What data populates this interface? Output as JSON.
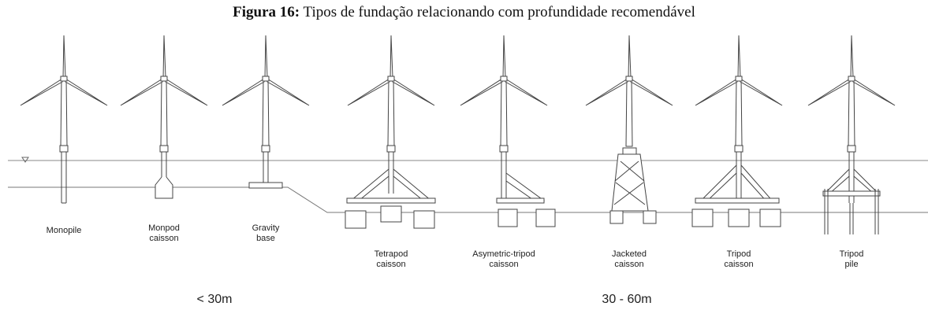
{
  "figure": {
    "title_bold": "Figura 16:",
    "title_rest": " Tipos de fundação relacionando com profundidade recomendável"
  },
  "foundations": [
    {
      "id": "monopile",
      "label_lines": [
        "Monopile"
      ]
    },
    {
      "id": "monopod-caisson",
      "label_lines": [
        "Monpod",
        "caisson"
      ]
    },
    {
      "id": "gravity-base",
      "label_lines": [
        "Gravity",
        "base"
      ]
    },
    {
      "id": "tetrapod-caisson",
      "label_lines": [
        "Tetrapod",
        "caisson"
      ]
    },
    {
      "id": "asymetric-tripod-caisson",
      "label_lines": [
        "Asymetric-tripod",
        "caisson"
      ]
    },
    {
      "id": "jacketed-caisson",
      "label_lines": [
        "Jacketed",
        "caisson"
      ]
    },
    {
      "id": "tripod-caisson",
      "label_lines": [
        "Tripod",
        "caisson"
      ]
    },
    {
      "id": "tripod-pile",
      "label_lines": [
        "Tripod",
        "pile"
      ]
    }
  ],
  "depth_ranges": {
    "shallow": "< 30m",
    "deep": "30 - 60m"
  }
}
